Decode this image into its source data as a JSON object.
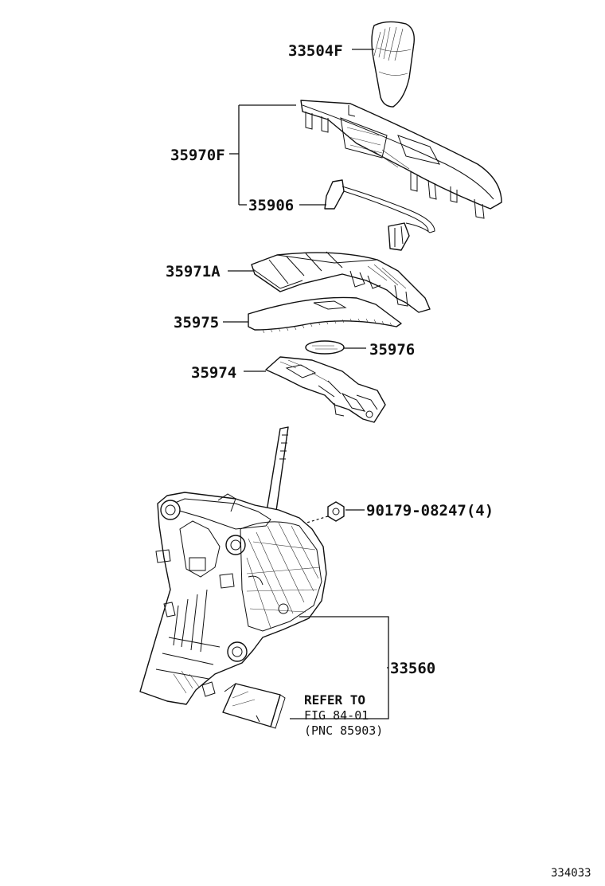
{
  "diagram": {
    "callouts": {
      "knob": "33504F",
      "bezel": "35970F",
      "wire": "35906",
      "indicator_housing": "35971A",
      "slide_plate": "35975",
      "lens": "35976",
      "lower_bracket": "35974",
      "nut": "90179-08247(4)",
      "shift_assembly": "33560"
    },
    "refer_note": {
      "line1": "REFER TO",
      "line2": "FIG 84-01",
      "line3": "(PNC 85903)"
    },
    "figure_number": "334033"
  }
}
